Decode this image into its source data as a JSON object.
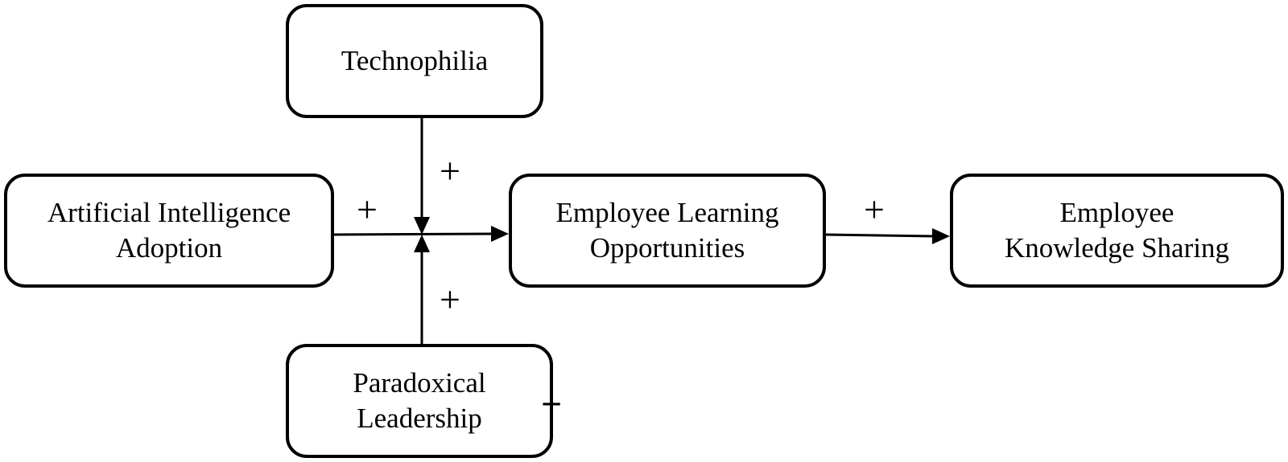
{
  "nodes": {
    "technophilia": {
      "lines": [
        "Technophilia"
      ]
    },
    "ai_adoption": {
      "lines": [
        "Artificial Intelligence",
        "Adoption"
      ]
    },
    "learning_opportunities": {
      "lines": [
        "Employee Learning",
        "Opportunities"
      ]
    },
    "knowledge_sharing": {
      "lines": [
        "Employee",
        "Knowledge Sharing"
      ]
    },
    "paradoxical_leadership": {
      "lines": [
        "Paradoxical",
        "Leadership"
      ]
    }
  },
  "edges": {
    "ai_to_learning": {
      "sign": "+"
    },
    "technophilia_moderation": {
      "sign": "+"
    },
    "paradoxical_moderation": {
      "sign": "+"
    },
    "learning_to_sharing": {
      "sign": "+"
    },
    "paradoxical_side_mark": {
      "sign": "+"
    }
  },
  "colors": {
    "stroke": "#000000",
    "background": "#ffffff"
  }
}
